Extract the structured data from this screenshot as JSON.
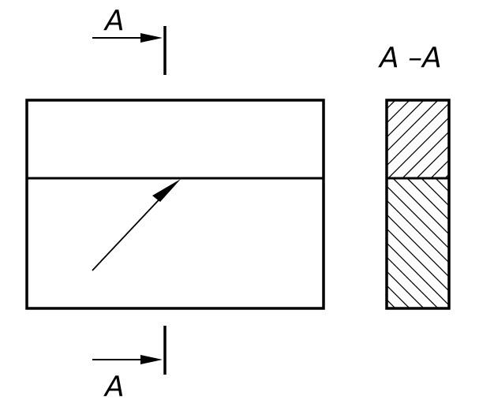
{
  "labels": {
    "cut_top": "A",
    "cut_bottom": "A",
    "section_title": "A –A"
  },
  "colors": {
    "line": "#000000",
    "background": "#ffffff"
  }
}
